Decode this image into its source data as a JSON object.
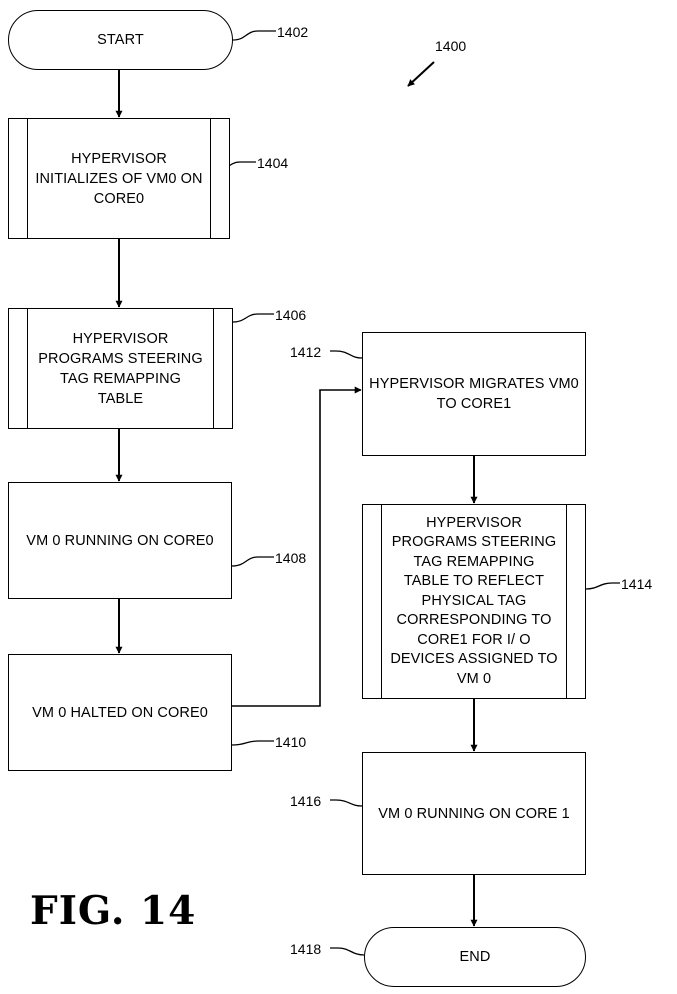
{
  "figure": {
    "label": "FIG. 14",
    "ref": "1400"
  },
  "nodes": {
    "start": {
      "text": "START",
      "ref": "1402"
    },
    "s1404": {
      "text": "HYPERVISOR\nINITIALIZES OF VM0 ON\nCORE0",
      "ref": "1404"
    },
    "s1406": {
      "text": "HYPERVISOR\nPROGRAMS STEERING\nTAG REMAPPING\nTABLE",
      "ref": "1406"
    },
    "s1408": {
      "text": "VM 0  RUNNING ON CORE0",
      "ref": "1408"
    },
    "s1410": {
      "text": "VM 0  HALTED ON CORE0",
      "ref": "1410"
    },
    "s1412": {
      "text": "HYPERVISOR MIGRATES VM0\nTO CORE1",
      "ref": "1412"
    },
    "s1414": {
      "text": "HYPERVISOR\nPROGRAMS STEERING\nTAG REMAPPING\nTABLE TO REFLECT\nPHYSICAL TAG\nCORRESPONDING TO\nCORE1 FOR I/ O\nDEVICES ASSIGNED TO\nVM 0",
      "ref": "1414"
    },
    "s1416": {
      "text": "VM 0 RUNNING ON CORE 1",
      "ref": "1416"
    },
    "end": {
      "text": "END",
      "ref": "1418"
    }
  }
}
